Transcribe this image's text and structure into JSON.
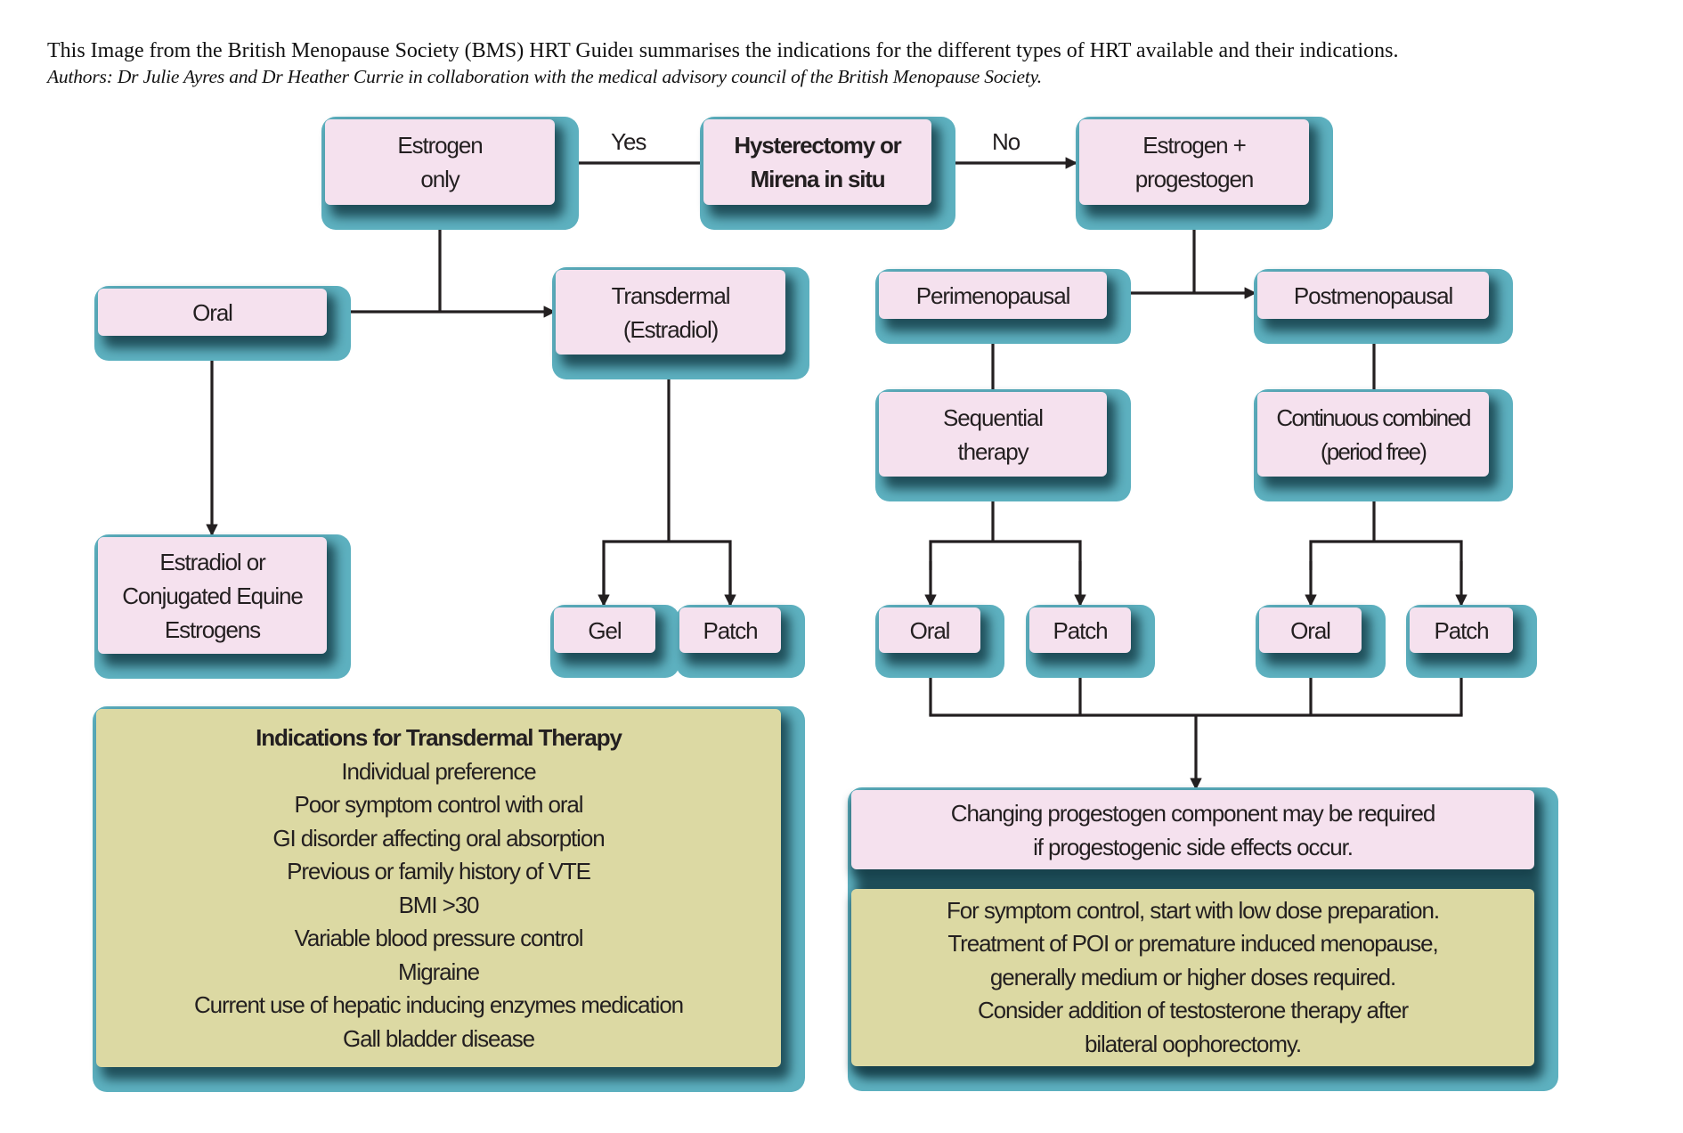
{
  "intro": {
    "line1": "This Image from the British Menopause Society (BMS) HRT Guideı summarises the indications for the different types of HRT available and their indications.",
    "line2": "Authors: Dr Julie Ayres and Dr Heather Currie in collaboration with the medical advisory council of the British Menopause Society."
  },
  "colors": {
    "node_fill": "#f5e1ee",
    "note_fill": "#dcd9a3",
    "backdrop": "#5db0bf",
    "line": "#231f20"
  },
  "flowchart": {
    "decision": {
      "lines": [
        "Hysterectomy or",
        "Mirena in situ"
      ]
    },
    "edge_yes": "Yes",
    "edge_no": "No",
    "estrogen_only": {
      "lines": [
        "Estrogen",
        "only"
      ]
    },
    "estrogen_progestogen": {
      "lines": [
        "Estrogen +",
        "progestogen"
      ]
    },
    "oral": {
      "lines": [
        "Oral"
      ]
    },
    "transdermal": {
      "lines": [
        "Transdermal",
        "(Estradiol)"
      ]
    },
    "estradiol_cee": {
      "lines": [
        "Estradiol or",
        "Conjugated Equine",
        "Estrogens"
      ]
    },
    "gel": {
      "lines": [
        "Gel"
      ]
    },
    "patch_transdermal": {
      "lines": [
        "Patch"
      ]
    },
    "perimenopausal": {
      "lines": [
        "Perimenopausal"
      ]
    },
    "postmenopausal": {
      "lines": [
        "Postmenopausal"
      ]
    },
    "sequential": {
      "lines": [
        "Sequential",
        "therapy"
      ]
    },
    "continuous": {
      "lines": [
        "Continuous combined",
        "(period free)"
      ]
    },
    "sequential_oral": {
      "lines": [
        "Oral"
      ]
    },
    "sequential_patch": {
      "lines": [
        "Patch"
      ]
    },
    "continuous_oral": {
      "lines": [
        "Oral"
      ]
    },
    "continuous_patch": {
      "lines": [
        "Patch"
      ]
    },
    "progestogen_note": {
      "lines": [
        "Changing progestogen component may be required",
        "if progestogenic side effects occur."
      ]
    },
    "dose_note": {
      "lines": [
        "For symptom control, start with low dose preparation.",
        "Treatment of POI or premature induced menopause,",
        "generally medium or higher doses required.",
        "Consider addition of testosterone therapy after",
        "bilateral oophorectomy."
      ]
    },
    "transdermal_indications": {
      "title": "Indications for Transdermal Therapy",
      "items": [
        "Individual preference",
        "Poor symptom control with oral",
        "GI disorder affecting oral absorption",
        "Previous or family history of VTE",
        "BMI >30",
        "Variable blood pressure control",
        "Migraine",
        "Current use of hepatic inducing enzymes medication",
        "Gall bladder disease"
      ]
    }
  }
}
